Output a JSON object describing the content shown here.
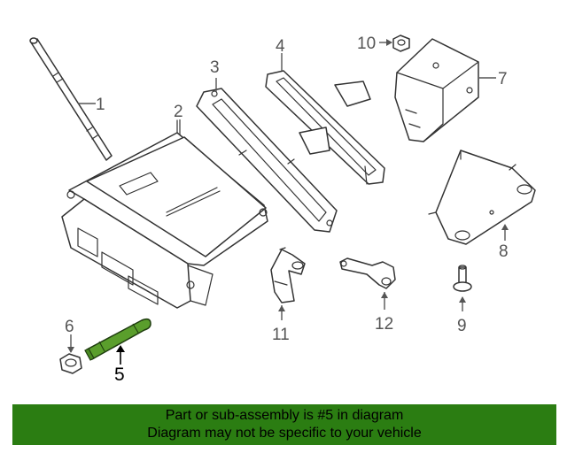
{
  "diagram": {
    "callouts": [
      {
        "id": "1",
        "label": "1"
      },
      {
        "id": "2",
        "label": "2"
      },
      {
        "id": "3",
        "label": "3"
      },
      {
        "id": "4",
        "label": "4"
      },
      {
        "id": "5",
        "label": "5",
        "highlighted": true
      },
      {
        "id": "6",
        "label": "6"
      },
      {
        "id": "7",
        "label": "7"
      },
      {
        "id": "8",
        "label": "8"
      },
      {
        "id": "9",
        "label": "9"
      },
      {
        "id": "10",
        "label": "10"
      },
      {
        "id": "11",
        "label": "11"
      },
      {
        "id": "12",
        "label": "12"
      }
    ],
    "highlight_color": "#5a9e2c",
    "line_color": "#333333"
  },
  "banner": {
    "line1": "Part or sub-assembly is #5 in diagram",
    "line2": "Diagram may not be specific to your vehicle",
    "color": "#2b7d12"
  }
}
